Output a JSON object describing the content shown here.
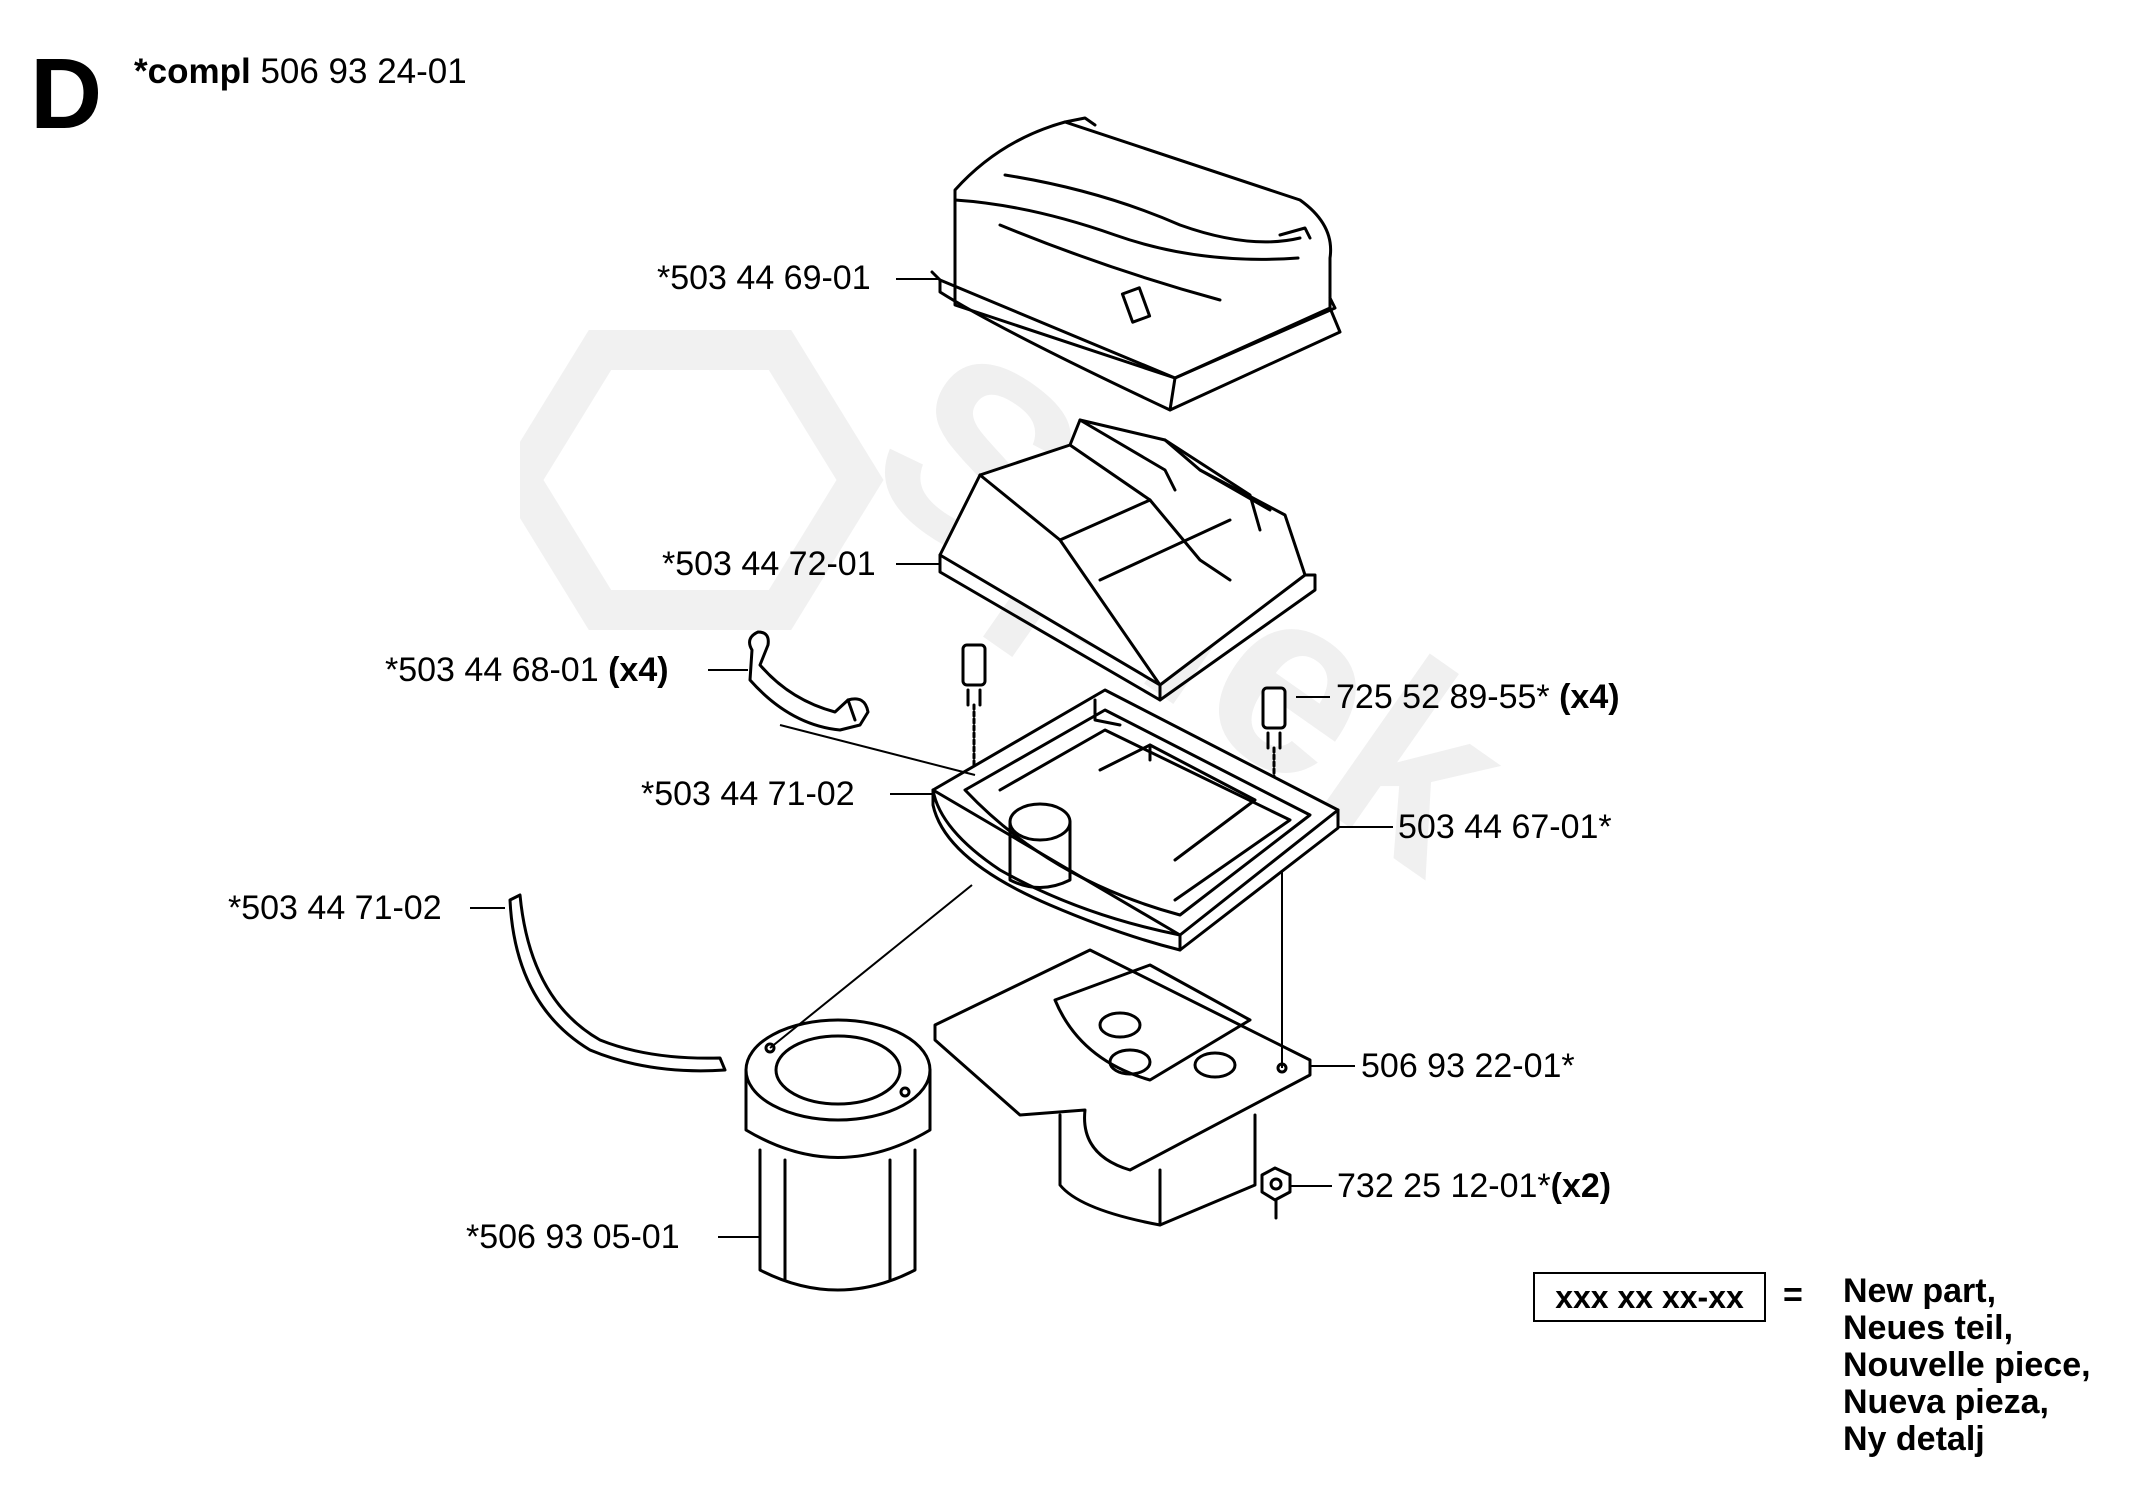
{
  "header": {
    "section_letter": "D",
    "compl_label": "*compl",
    "compl_number": "506 93 24-01"
  },
  "callouts": [
    {
      "id": "cover",
      "number": "*503 44 69-01",
      "qty": ""
    },
    {
      "id": "filter",
      "number": "*503 44 72-01",
      "qty": ""
    },
    {
      "id": "clip",
      "number": "*503 44 68-01",
      "qty": "(x4)"
    },
    {
      "id": "screw",
      "number": "725 52 89-55*",
      "qty": "(x4)"
    },
    {
      "id": "gasket",
      "number": "*503 44 71-02",
      "qty": ""
    },
    {
      "id": "holder",
      "number": "503 44 67-01*",
      "qty": ""
    },
    {
      "id": "seal-strip",
      "number": "*503 44 71-02",
      "qty": ""
    },
    {
      "id": "bracket",
      "number": "506 93 22-01*",
      "qty": ""
    },
    {
      "id": "nut",
      "number": "732 25 12-01*",
      "qty": "(x2)"
    },
    {
      "id": "prefilter",
      "number": "*506 93 05-01",
      "qty": ""
    }
  ],
  "legend": {
    "pattern": "xxx xx xx-xx",
    "equals": "=",
    "meanings": [
      "New part,",
      "Neues teil,",
      "Nouvelle piece,",
      "Nueva pieza,",
      "Ny detalj"
    ]
  },
  "colors": {
    "line": "#000000",
    "background": "#ffffff",
    "watermark": "#ececec"
  }
}
